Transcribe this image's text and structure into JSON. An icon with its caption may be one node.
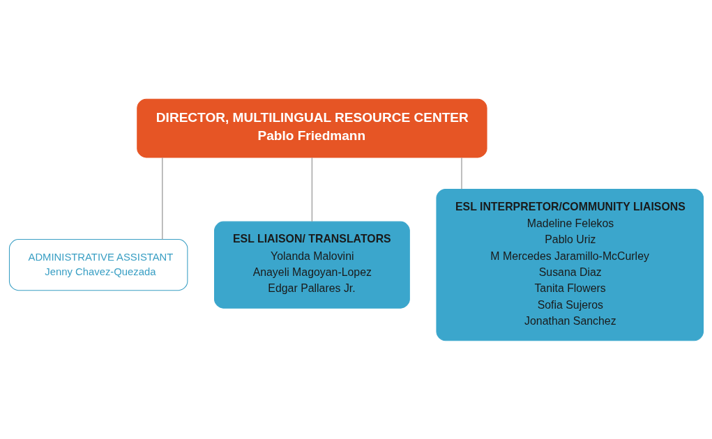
{
  "diagram": {
    "nodes": [
      {
        "text": [
          "DIRECTOR, MULTILINGUAL RESOURCE CENTER",
          "Pablo Friedmann"
        ]
      },
      {
        "text": [
          "ADMINISTRATIVE ASSISTANT",
          "Jenny Chavez-Quezada"
        ]
      },
      {
        "text": [
          "ESL LIAISON/ TRANSLATORS",
          "Yolanda Malovini",
          "Anayeli Magoyan-Lopez",
          "Edgar Pallares Jr."
        ]
      },
      {
        "text": [
          "ESL INTERPRETOR/COMMUNITY LIAISONS",
          "Madeline Felekos",
          "Pablo Uriz",
          "M Mercedes Jaramillo-McCurley",
          "Susana Diaz",
          "Tanita Flowers",
          "Sofia Sujeros",
          "Jonathan Sanchez"
        ]
      }
    ],
    "edges": [
      {
        "from": 0,
        "to": 1,
        "arrow": "none"
      },
      {
        "from": 0,
        "to": 2,
        "arrow": "none"
      },
      {
        "from": 0,
        "to": 3,
        "arrow": "none"
      }
    ]
  }
}
